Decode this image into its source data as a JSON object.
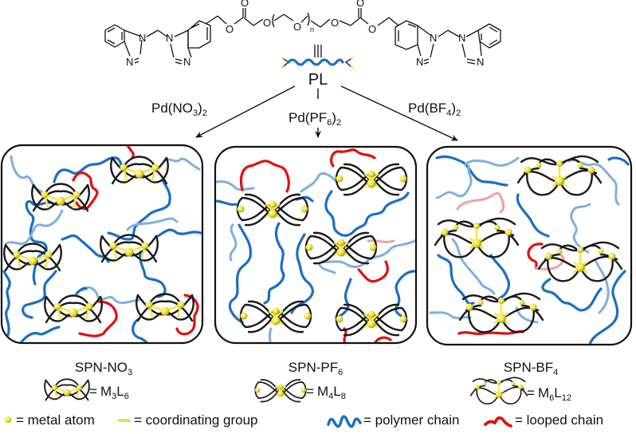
{
  "structure": {
    "atoms": {
      "n_left_1": "N",
      "n_left_2": "N",
      "n_left_3": "N",
      "n_left_4": "N",
      "o_1": "O",
      "o_2": "O",
      "o_3": "O",
      "o_4": "O",
      "o_5": "O",
      "o_6": "O",
      "n_right_1": "N",
      "n_right_2": "N",
      "n_right_3": "N",
      "n_right_4": "N",
      "repeat_subscript": "n"
    },
    "equivalence_symbol": "≡"
  },
  "ligand_label": "PL",
  "reagents": [
    {
      "prefix": "Pd(NO",
      "sub": "3",
      "suffix": ")",
      "sub2": "2"
    },
    {
      "prefix": "Pd(PF",
      "sub": "6",
      "suffix": ")",
      "sub2": "2"
    },
    {
      "prefix": "Pd(BF",
      "sub": "4",
      "suffix": ")",
      "sub2": "2"
    }
  ],
  "panels": [
    {
      "name": "SPN-NO",
      "sub": "3",
      "cage_formula": {
        "m": "M",
        "m_sub": "3",
        "l": "L",
        "l_sub": "6"
      },
      "eq": "="
    },
    {
      "name": "SPN-PF",
      "sub": "6",
      "cage_formula": {
        "m": "M",
        "m_sub": "4",
        "l": "L",
        "l_sub": "8"
      },
      "eq": "="
    },
    {
      "name": "SPN-BF",
      "sub": "4",
      "cage_formula": {
        "m": "M",
        "m_sub": "6",
        "l": "L",
        "l_sub": "12"
      },
      "eq": "="
    }
  ],
  "legend": [
    {
      "icon": "metal-atom-icon",
      "text": "= metal atom"
    },
    {
      "icon": "coordinating-group-icon",
      "text": "= coordinating group"
    },
    {
      "icon": "polymer-chain-icon",
      "text": "= polymer chain"
    },
    {
      "icon": "looped-chain-icon",
      "text": "= looped chain"
    }
  ],
  "colors": {
    "polymer_chain": "#1a6fc4",
    "polymer_chain_faded": "#7fb0df",
    "looped_chain": "#e01010",
    "looped_chain_faded": "#f0a0a0",
    "metal_atom": "#f0e040",
    "cage_ligand": "#1a1a1a"
  }
}
